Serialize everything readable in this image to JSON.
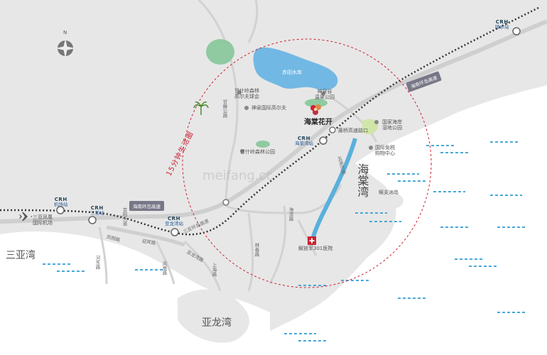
{
  "map": {
    "circle_label": "15分钟生活圈",
    "compass_label": "N",
    "watermark": "meifang.cc",
    "brand_name": "海棠花开",
    "water": {
      "reservoir": "赤田水库",
      "bays": [
        "三亚湾",
        "亚龙湾"
      ],
      "haitang_bay": "海棠湾",
      "island": "蜈支洲岛"
    },
    "places": {
      "ganshiling_golf": "甘什岭森林\n高尔夫球会",
      "shenquan_golf": "神泉国际高尔夫",
      "shenquan_park": "神泉谷\n温泉公园",
      "ganshiling_park": "甘什岭森林公园",
      "tengqiao_exit": "藤桥高速路口",
      "wetland_park": "国家海岸\n湿地公园",
      "duty_free": "国际免税\n购物中心",
      "hospital": "解放军301医院",
      "airport": "三亚凤凰\n国际机场"
    },
    "stations": [
      {
        "crh": "CRH",
        "name": "陵水站"
      },
      {
        "crh": "CRH",
        "name": "海棠湾站"
      },
      {
        "crh": "CRH",
        "name": "机场站"
      },
      {
        "crh": "CRH",
        "name": "三亚站"
      },
      {
        "crh": "CRH",
        "name": "亚龙湾站"
      }
    ],
    "highways": {
      "east_ring": "海南环岛高速",
      "west_ring": "海南环岛高速"
    },
    "roads": {
      "ganshan": "甘藤公路",
      "haitang_north": "海棠北路",
      "wuyuan_ave": "五源河路",
      "haibin": "海滨路",
      "linchun": "林春路",
      "yalongwan_rd": "亚龙湾路",
      "fengxiang": "凤翔路",
      "hedong": "河东路",
      "yingbin": "迎宾路",
      "jiyang": "吉阳大道",
      "fengfan": "风凰路",
      "shanghai": "上海路",
      "sanya_ring": "三亚环岛高速"
    }
  }
}
